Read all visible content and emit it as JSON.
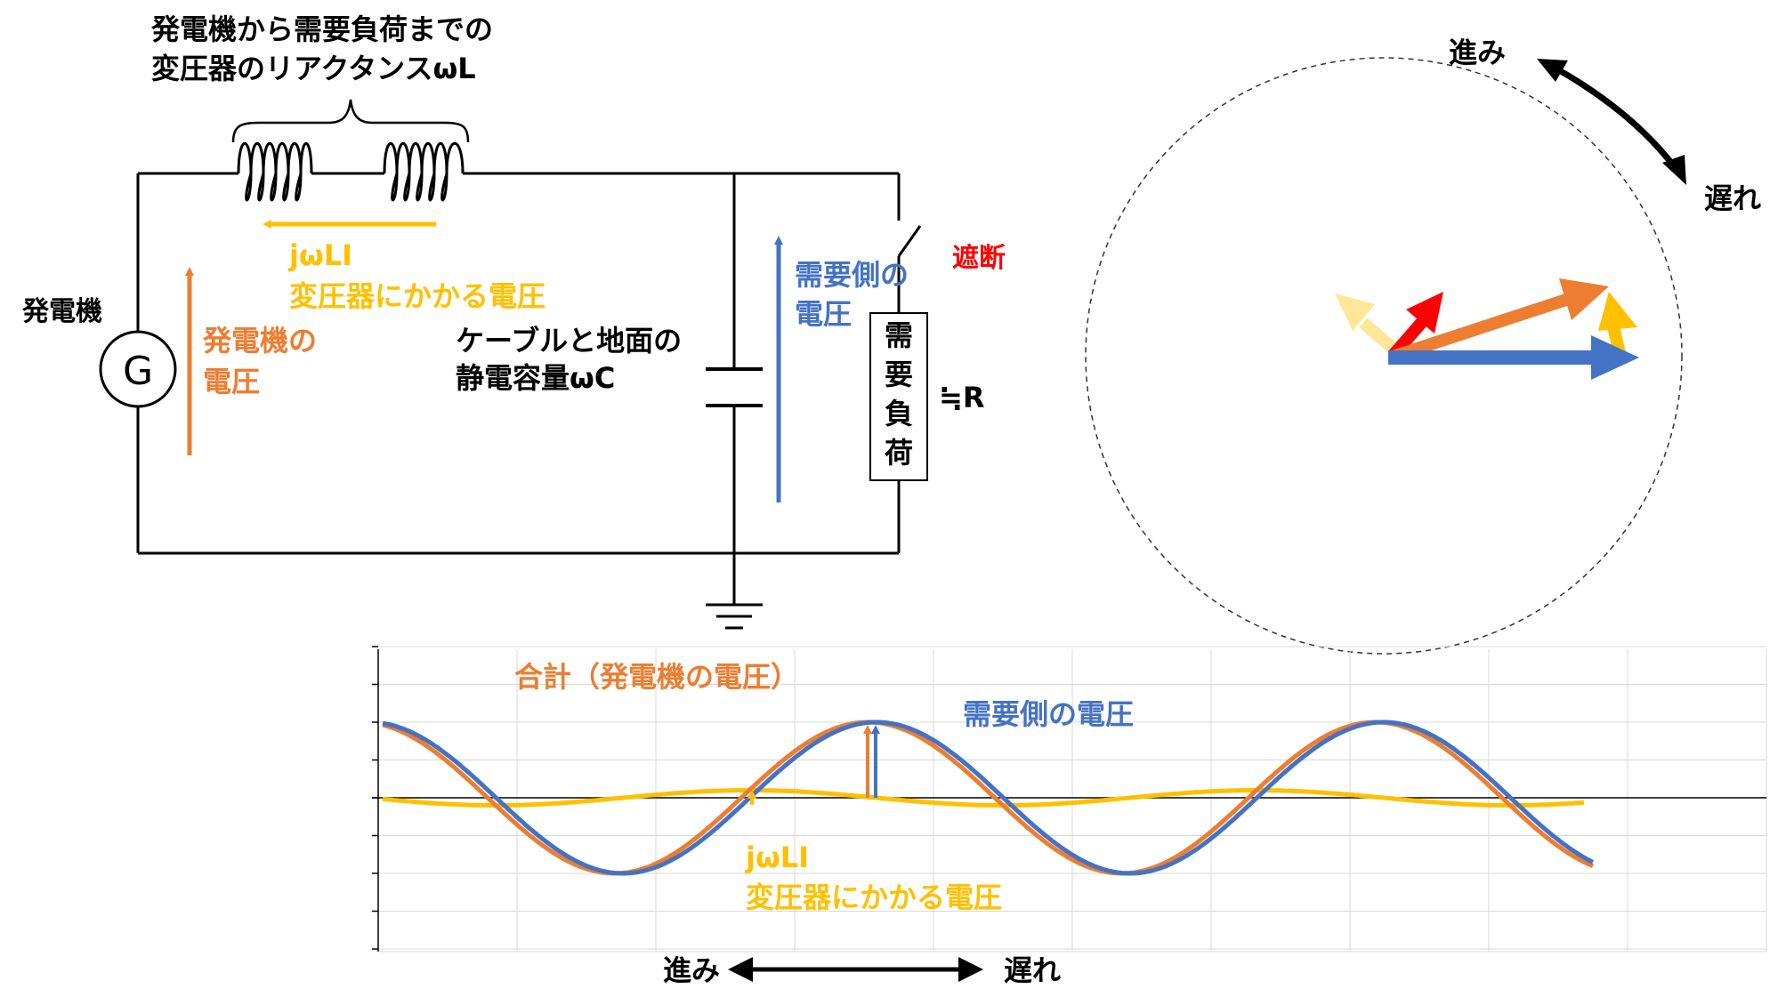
{
  "circuit": {
    "reactance_label_line1": "発電機から需要負荷までの",
    "reactance_label_line2": "変圧器のリアクタンスωL",
    "generator_symbol": "G",
    "generator_label": "発電機",
    "gen_voltage_line1": "発電機の",
    "gen_voltage_line2": "電圧",
    "jwli_line1": "jωLI",
    "jwli_line2": "変圧器にかかる電圧",
    "cable_line1": "ケーブルと地面の",
    "cable_line2": "静電容量ωC",
    "demand_voltage_line1": "需要側の",
    "demand_voltage_line2": "電圧",
    "load_chars": [
      "需",
      "要",
      "負",
      "荷"
    ],
    "approx_r": "≒R",
    "cutoff": "遮断"
  },
  "phasor": {
    "lead_label": "進み",
    "lag_label": "遅れ"
  },
  "waveform": {
    "total_label": "合計（発電機の電圧）",
    "demand_label": "需要側の電圧",
    "jwli_line1": "jωLI",
    "jwli_line2": "変圧器にかかる電圧",
    "lead_label": "進み",
    "lag_label": "遅れ"
  },
  "colors": {
    "orange": "#ED7D31",
    "blue": "#4472C4",
    "yellow": "#FFC000",
    "red": "#FF0000",
    "light_yellow": "#FFE699",
    "wire": "#000000",
    "grid": "#D9D9D9"
  },
  "chart_data": {
    "type": "line",
    "series": [
      {
        "name": "合計（発電機の電圧）",
        "color": "#ED7D31",
        "amplitude": 1.0,
        "phase_deg": 6
      },
      {
        "name": "需要側の電圧",
        "color": "#4472C4",
        "amplitude": 1.0,
        "phase_deg": 0
      },
      {
        "name": "jωLI 変圧器にかかる電圧",
        "color": "#FFC000",
        "amplitude": 0.1,
        "phase_deg": 90
      }
    ],
    "ylim": [
      -2,
      2
    ],
    "grid": true
  }
}
